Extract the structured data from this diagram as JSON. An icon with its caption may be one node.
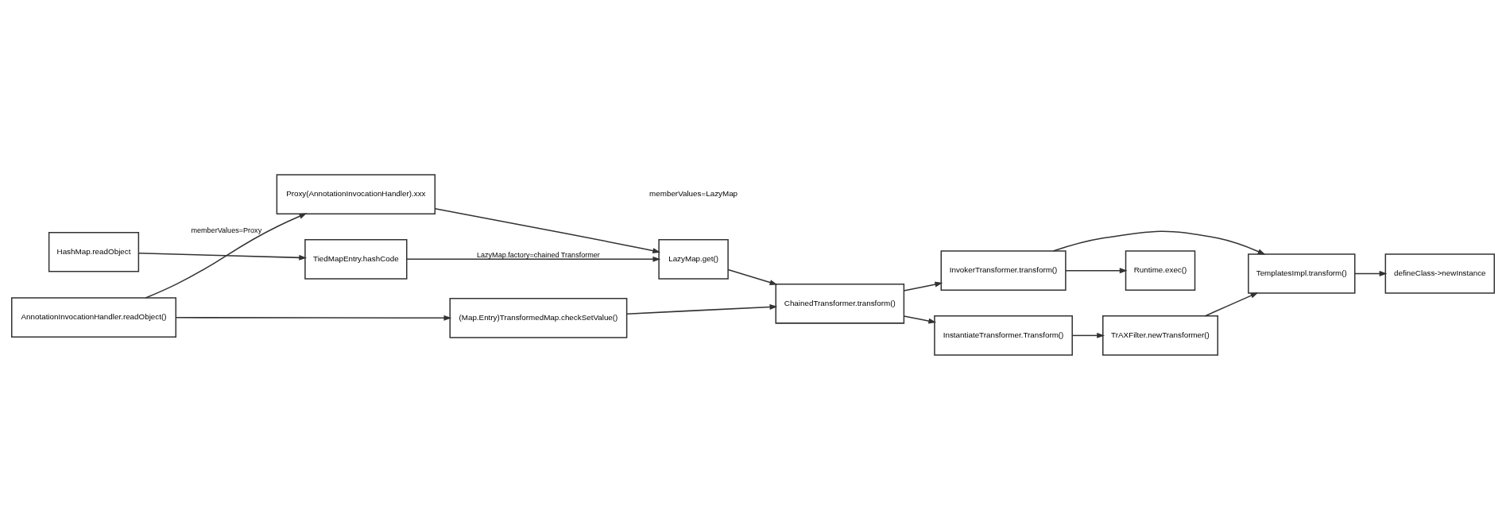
{
  "diagram": {
    "nodes": [
      {
        "text": [
          "AnnotationInvocationHandler.readObject()"
        ]
      },
      {
        "text": [
          "(Map.Entry)TransformedMap.checkSetValue()"
        ]
      },
      {
        "text": [
          "ChainedTransformer.transform()"
        ]
      },
      {
        "text": [
          "InvokerTransformer.transform()"
        ]
      },
      {
        "text": [
          "Runtime.exec()"
        ]
      },
      {
        "text": [
          "Proxy(AnnotationInvocationHandler).xxx"
        ]
      },
      {
        "text": [
          "LazyMap.get()"
        ]
      },
      {
        "text": [
          "InstantiateTransformer.Transform()"
        ]
      },
      {
        "text": [
          "TrAXFilter.newTransformer()"
        ]
      },
      {
        "text": [
          "TemplatesImpl.transform()"
        ]
      },
      {
        "text": [
          "defineClass->newInstance"
        ]
      },
      {
        "text": [
          "HashMap.readObject"
        ]
      },
      {
        "text": [
          "TiedMapEntry.hashCode"
        ]
      }
    ],
    "edges": [
      {
        "from": 0,
        "to": 1,
        "arrow": "to"
      },
      {
        "from": 1,
        "to": 2,
        "arrow": "to"
      },
      {
        "from": 2,
        "to": 3,
        "arrow": "to"
      },
      {
        "from": 3,
        "to": 4,
        "arrow": "to"
      },
      {
        "from": 0,
        "to": 5,
        "arrow": "to",
        "label": "memberValues=Proxy"
      },
      {
        "from": 5,
        "to": 6,
        "arrow": "to"
      },
      {
        "from": 6,
        "to": 2,
        "arrow": "to"
      },
      {
        "from": 2,
        "to": 7,
        "arrow": "to"
      },
      {
        "from": 7,
        "to": 8,
        "arrow": "to"
      },
      {
        "from": 8,
        "to": 9,
        "arrow": "to"
      },
      {
        "from": 3,
        "to": 9,
        "arrow": "to"
      },
      {
        "from": 9,
        "to": 10,
        "arrow": "to"
      },
      {
        "from": 11,
        "to": 12,
        "arrow": "to"
      },
      {
        "from": 12,
        "to": 6,
        "arrow": "to",
        "label": "LazyMap.factory=chained Transformer"
      }
    ],
    "labels": [
      "memberValues=LazyMap"
    ]
  }
}
